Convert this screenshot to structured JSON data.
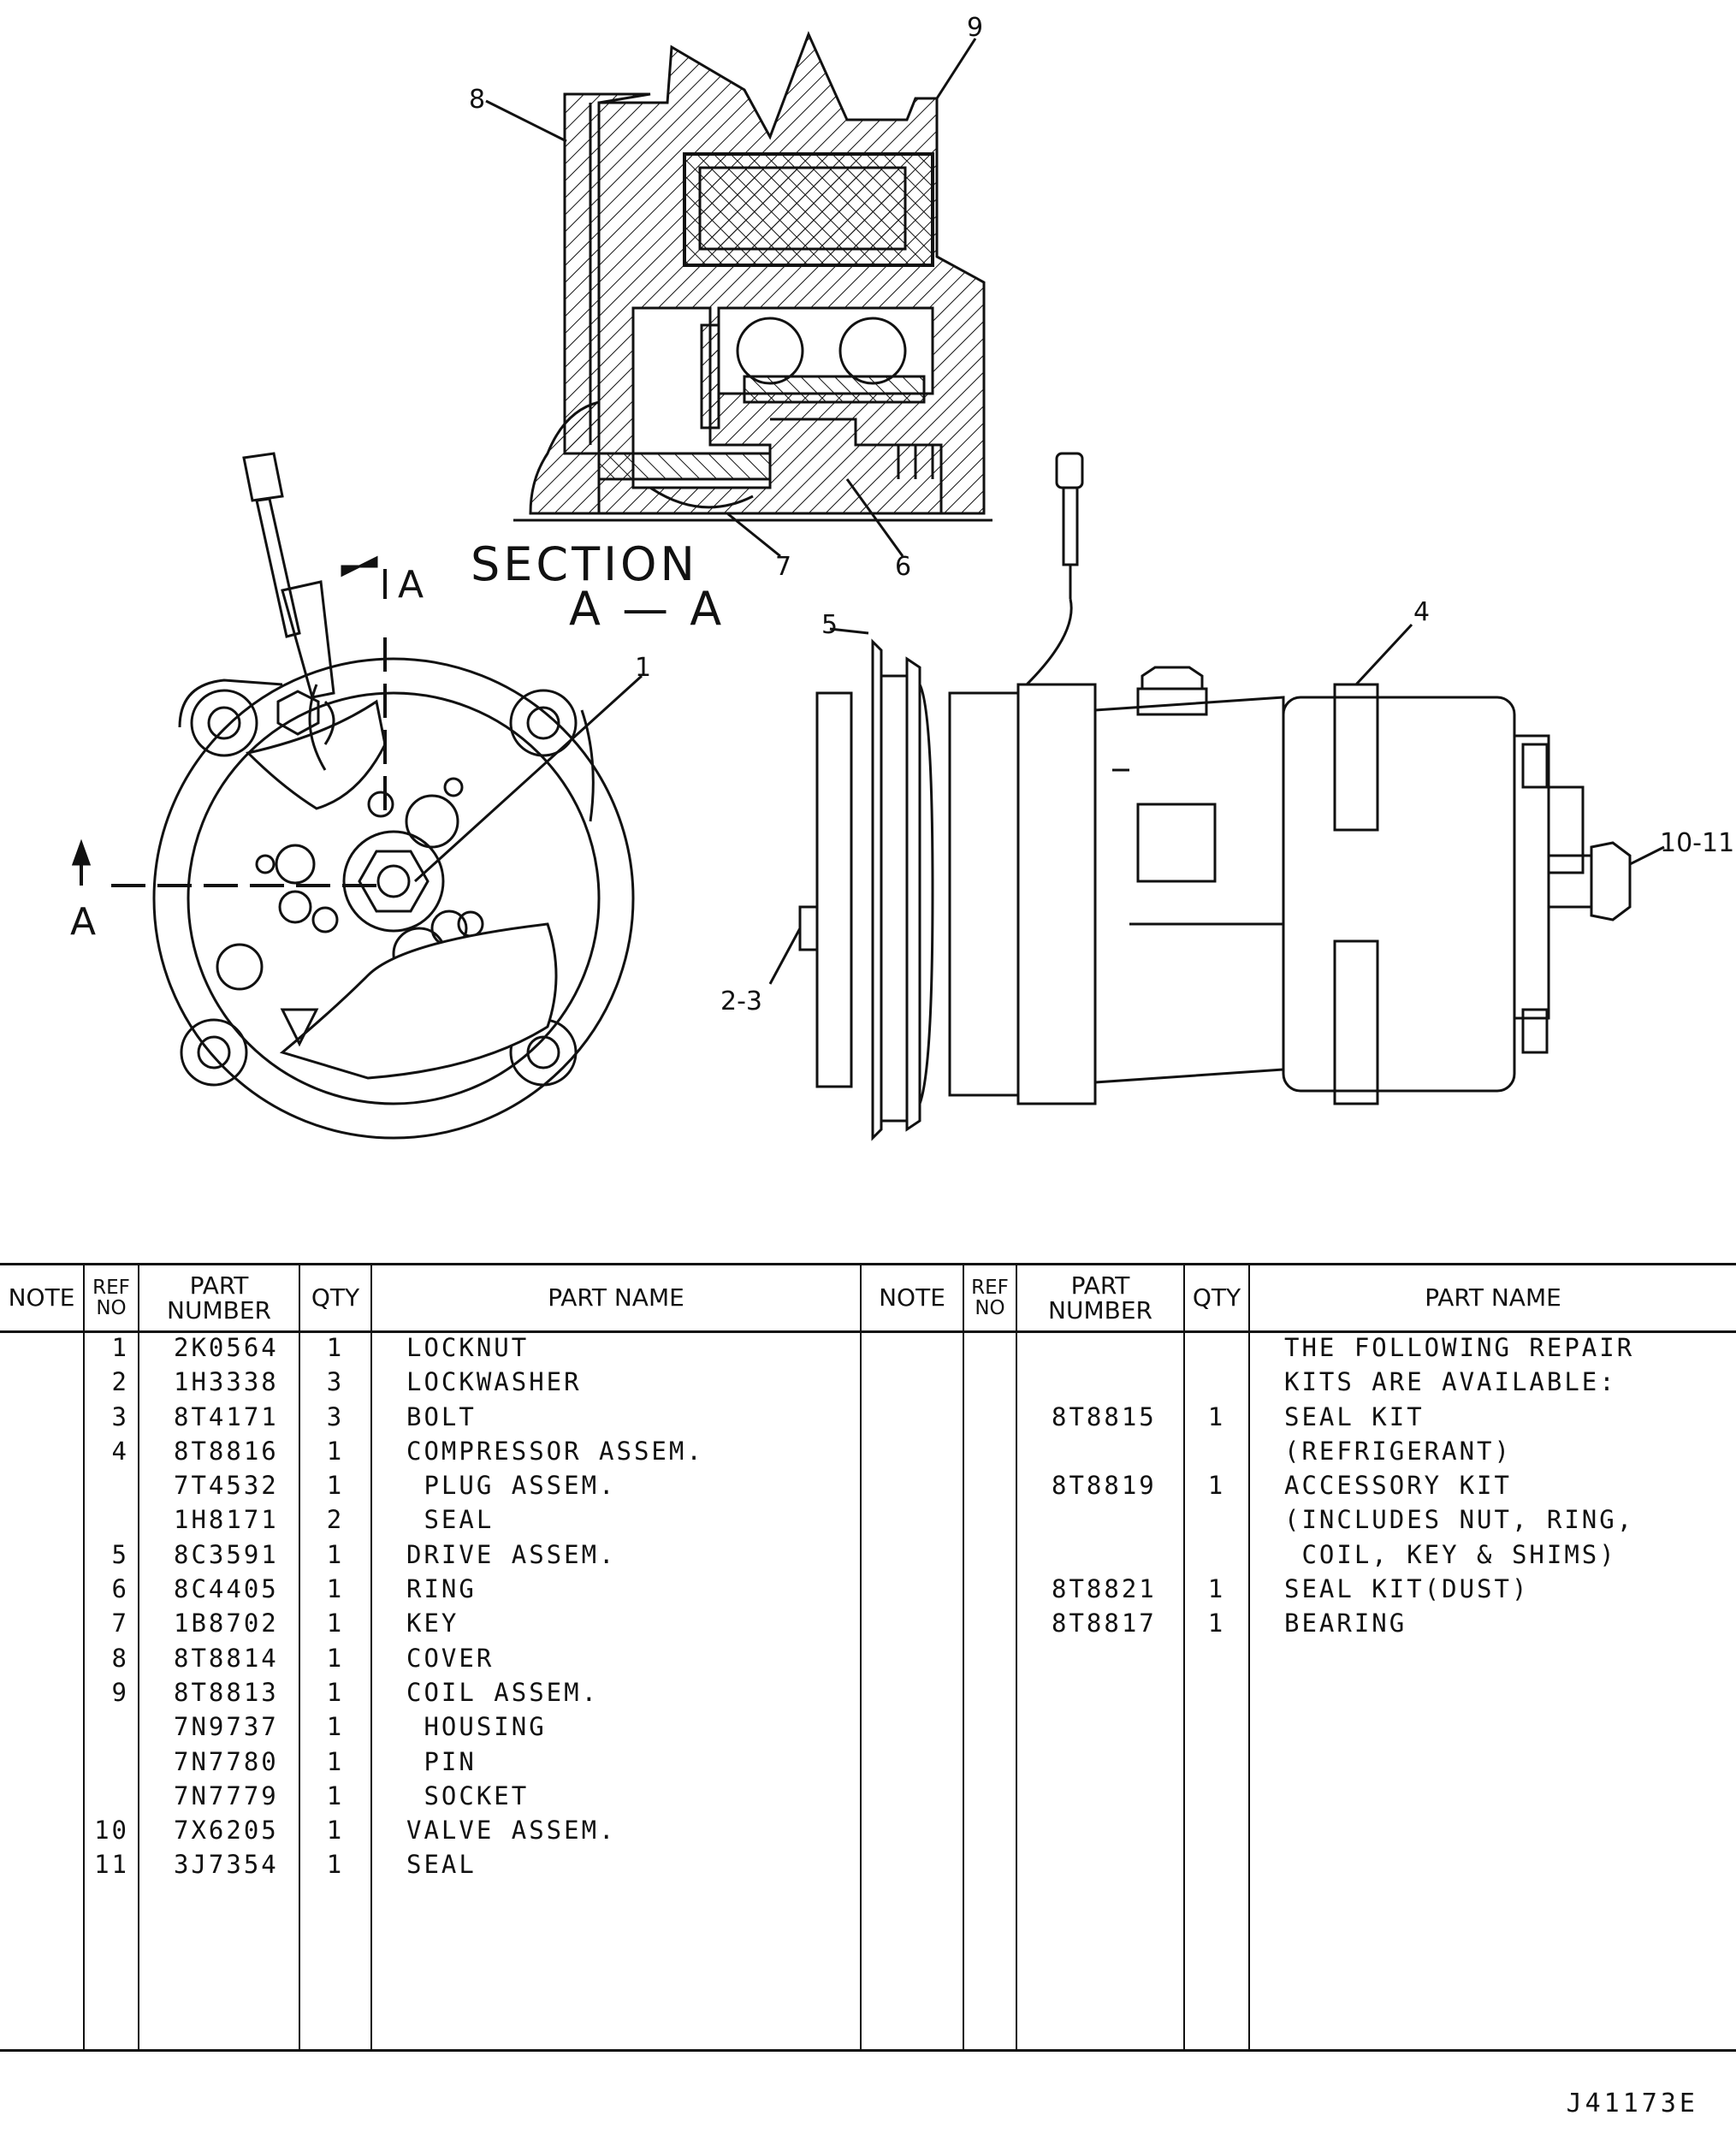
{
  "drawing": {
    "section_title": "SECTION",
    "section_sub": "A — A",
    "section_marker": "A",
    "callouts": {
      "c1": "1",
      "c2_3": "2-3",
      "c4": "4",
      "c5": "5",
      "c6": "6",
      "c7": "7",
      "c8": "8",
      "c9": "9",
      "c10_11": "10-11"
    }
  },
  "table": {
    "headers": {
      "note": "NOTE",
      "ref_a": "REF",
      "ref_b": "NO",
      "part_a": "PART",
      "part_b": "NUMBER",
      "qty": "QTY",
      "name": "PART NAME"
    },
    "rows": [
      {
        "ref": "1",
        "part": "2K0564",
        "qty": "1",
        "name": "LOCKNUT",
        "part2": "",
        "qty2": "",
        "name2": "THE FOLLOWING REPAIR"
      },
      {
        "ref": "2",
        "part": "1H3338",
        "qty": "3",
        "name": "LOCKWASHER",
        "part2": "",
        "qty2": "",
        "name2": "KITS ARE AVAILABLE:"
      },
      {
        "ref": "3",
        "part": "8T4171",
        "qty": "3",
        "name": "BOLT",
        "part2": "8T8815",
        "qty2": "1",
        "name2": "SEAL KIT"
      },
      {
        "ref": "4",
        "part": "8T8816",
        "qty": "1",
        "name": "COMPRESSOR ASSEM.",
        "part2": "",
        "qty2": "",
        "name2": "(REFRIGERANT)"
      },
      {
        "ref": "",
        "part": "7T4532",
        "qty": "1",
        "name": " PLUG ASSEM.",
        "part2": "8T8819",
        "qty2": "1",
        "name2": "ACCESSORY KIT"
      },
      {
        "ref": "",
        "part": "1H8171",
        "qty": "2",
        "name": " SEAL",
        "part2": "",
        "qty2": "",
        "name2": "(INCLUDES NUT, RING,"
      },
      {
        "ref": "5",
        "part": "8C3591",
        "qty": "1",
        "name": "DRIVE ASSEM.",
        "part2": "",
        "qty2": "",
        "name2": " COIL, KEY & SHIMS)"
      },
      {
        "ref": "6",
        "part": "8C4405",
        "qty": "1",
        "name": "RING",
        "part2": "8T8821",
        "qty2": "1",
        "name2": "SEAL KIT(DUST)"
      },
      {
        "ref": "7",
        "part": "1B8702",
        "qty": "1",
        "name": "KEY",
        "part2": "8T8817",
        "qty2": "1",
        "name2": "BEARING"
      },
      {
        "ref": "8",
        "part": "8T8814",
        "qty": "1",
        "name": "COVER",
        "part2": "",
        "qty2": "",
        "name2": ""
      },
      {
        "ref": "9",
        "part": "8T8813",
        "qty": "1",
        "name": "COIL ASSEM.",
        "part2": "",
        "qty2": "",
        "name2": ""
      },
      {
        "ref": "",
        "part": "7N9737",
        "qty": "1",
        "name": " HOUSING",
        "part2": "",
        "qty2": "",
        "name2": ""
      },
      {
        "ref": "",
        "part": "7N7780",
        "qty": "1",
        "name": " PIN",
        "part2": "",
        "qty2": "",
        "name2": ""
      },
      {
        "ref": "",
        "part": "7N7779",
        "qty": "1",
        "name": " SOCKET",
        "part2": "",
        "qty2": "",
        "name2": ""
      },
      {
        "ref": "10",
        "part": "7X6205",
        "qty": "1",
        "name": "VALVE ASSEM.",
        "part2": "",
        "qty2": "",
        "name2": ""
      },
      {
        "ref": "11",
        "part": "3J7354",
        "qty": "1",
        "name": "SEAL",
        "part2": "",
        "qty2": "",
        "name2": ""
      }
    ]
  },
  "drawing_id": "J41173E"
}
